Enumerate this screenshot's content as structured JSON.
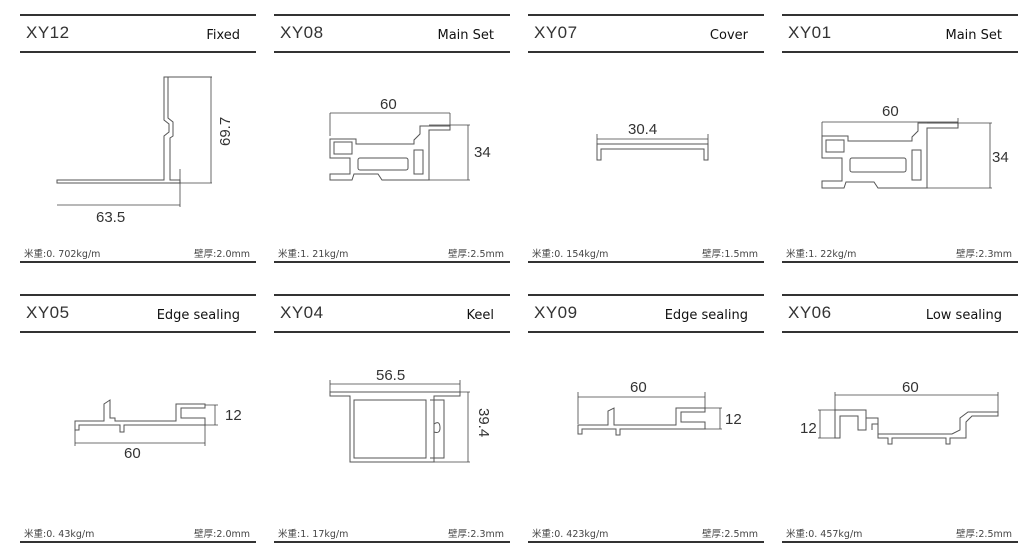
{
  "labels": {
    "weight": "米重:",
    "thickness": "壁厚:"
  },
  "cards": [
    {
      "code": "XY12",
      "kind": "Fixed",
      "dims": [
        "69.7",
        "63.5"
      ],
      "weight": "0. 702kg/m",
      "thickness": "2.0mm"
    },
    {
      "code": "XY08",
      "kind": "Main Set",
      "dims": [
        "60",
        "34"
      ],
      "weight": "1. 21kg/m",
      "thickness": "2.5mm"
    },
    {
      "code": "XY07",
      "kind": "Cover",
      "dims": [
        "30.4"
      ],
      "weight": "0. 154kg/m",
      "thickness": "1.5mm"
    },
    {
      "code": "XY01",
      "kind": "Main Set",
      "dims": [
        "60",
        "34"
      ],
      "weight": "1. 22kg/m",
      "thickness": "2.3mm"
    },
    {
      "code": "XY05",
      "kind": "Edge sealing",
      "dims": [
        "12",
        "60"
      ],
      "weight": "0. 43kg/m",
      "thickness": "2.0mm"
    },
    {
      "code": "XY04",
      "kind": "Keel",
      "dims": [
        "56.5",
        "39.4"
      ],
      "weight": "1. 17kg/m",
      "thickness": "2.3mm"
    },
    {
      "code": "XY09",
      "kind": "Edge sealing",
      "dims": [
        "60",
        "12"
      ],
      "weight": "0. 423kg/m",
      "thickness": "2.5mm"
    },
    {
      "code": "XY06",
      "kind": "Low sealing",
      "dims": [
        "60",
        "12"
      ],
      "weight": "0. 457kg/m",
      "thickness": "2.5mm"
    }
  ]
}
